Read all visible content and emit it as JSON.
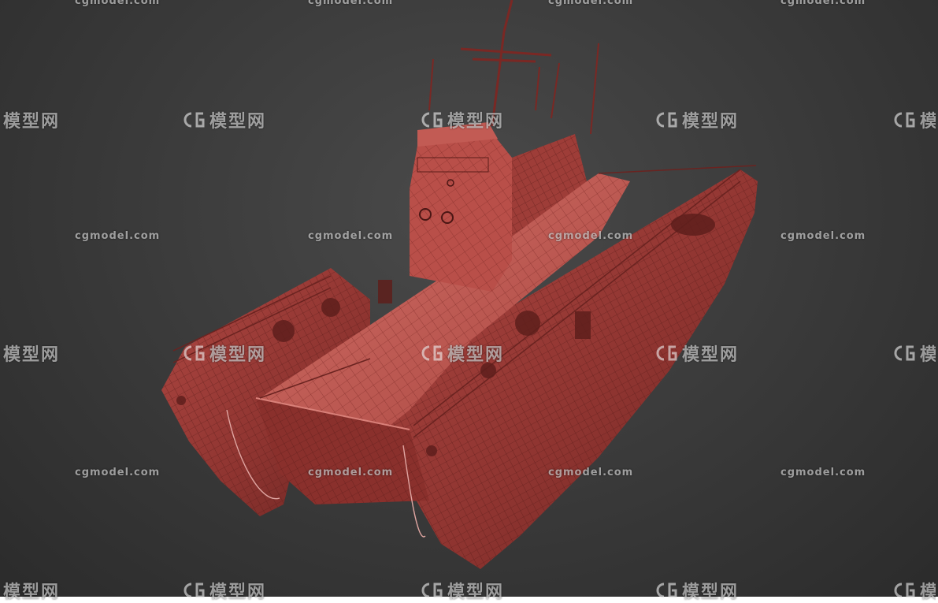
{
  "scene": {
    "subject": "red wireframe 3D model of a landing craft ship",
    "wire_color": "#b24a45",
    "hull_color": "#9a3b37",
    "background_color": "#3c3c3c"
  },
  "watermarks": {
    "text_mark": "cgmodel.com",
    "logo_mark": "模型网",
    "logo_icon": "cg-logo-icon"
  }
}
